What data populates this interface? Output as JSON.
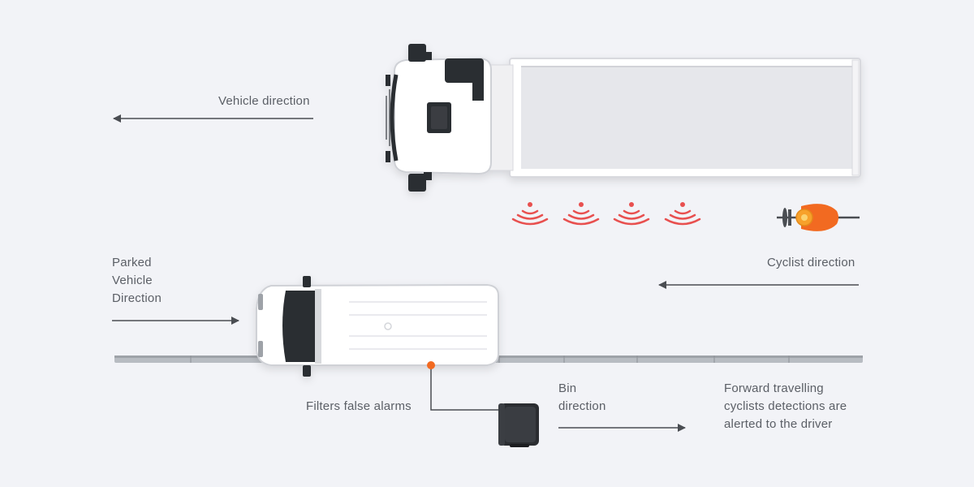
{
  "labels": {
    "vehicle_direction": "Vehicle direction",
    "cyclist_direction": "Cyclist direction",
    "parked_vehicle_direction": [
      "Parked",
      "Vehicle",
      "Direction"
    ],
    "filters_false_alarms": "Filters false alarms",
    "bin_direction": [
      "Bin",
      "direction"
    ],
    "forward_travelling": [
      "Forward travelling",
      "cyclists detections are",
      "alerted to the driver"
    ]
  },
  "colors": {
    "background": "#f2f3f7",
    "text": "#5b5f66",
    "arrow": "#4a4d52",
    "signal": "#e8504f",
    "marker": "#f26a21",
    "cyclist": "#f26a21",
    "curb": "#a9adb3",
    "vehicle_body": "#ffffff",
    "truck_bed": "#e7e8ec",
    "dark_parts": "#2b2d31"
  },
  "icons": {
    "truck": "truck-top-view",
    "van": "van-top-view",
    "cyclist": "cyclist-icon",
    "bin": "wheelie-bin-icon",
    "signal": "radar-signal-icon"
  },
  "signal_count": 4
}
